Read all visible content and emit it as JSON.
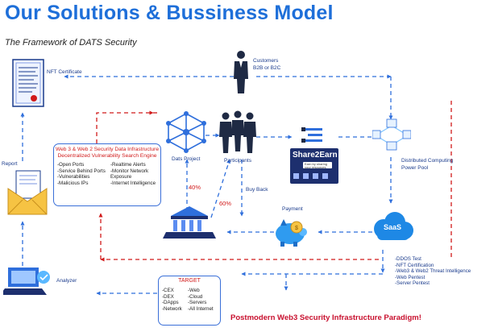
{
  "title": "Our Solutions & Bussiness Model",
  "subtitle": "The Framework of DATS Security",
  "labels": {
    "nft_certificate": "NFT Certificate",
    "customers_line1": "Customers",
    "customers_line2": "B2B or B2C",
    "report": "Report",
    "dats_project": "Dats Project",
    "participants": "Participants",
    "distributed_line1": "Distributed Computing",
    "distributed_line2": "Power Pool",
    "pct_40": "40%",
    "pct_60": "60%",
    "buy_back": "Buy Back",
    "payment": "Payment",
    "analyzer": "Analyzer"
  },
  "infra_box": {
    "title_line1": "Web 3 & Web 2 Security Data Infrastructure",
    "title_line2": "Decentralized Vulnerability Search Engine",
    "left_items": [
      "-Open Ports",
      "-Service Behind Ports",
      "-Vulnerabilities",
      "-Malicious IPs"
    ],
    "right_items": [
      "-Realtime Alerts",
      "-Monitor Network",
      "Exposure",
      "-Internet Intelligence"
    ]
  },
  "target_box": {
    "title": "TARGET",
    "left_items": [
      "-CEX",
      "-DEX",
      "-DApps",
      "-Network"
    ],
    "right_items": [
      "-Web",
      "-Cloud",
      "-Servers",
      "-All Internet"
    ]
  },
  "share2earn": {
    "logo": "Share2Earn",
    "tagline": "Earn by sharing your resources"
  },
  "saas": {
    "label": "SaaS",
    "services": [
      "-DDOS Test",
      "-NFT Certification",
      "-Web3 & Web2 Threat Intelligence",
      "-Web Pentest",
      "-Server Pentest"
    ]
  },
  "footer": "Postmodern Web3 Security Infrastructure Paradigm!",
  "colors": {
    "title": "#1e6fd9",
    "flow_blue": "#2f6fdc",
    "flow_red": "#d11a1a",
    "accent_red": "#c8102e"
  },
  "icons": [
    "document-icon",
    "customer-icon",
    "envelope-icon",
    "network-icon",
    "participants-icon",
    "share2earn-icon",
    "distributed-icon",
    "bank-icon",
    "piggy-bank-icon",
    "saas-cloud-icon",
    "analyzer-icon"
  ]
}
